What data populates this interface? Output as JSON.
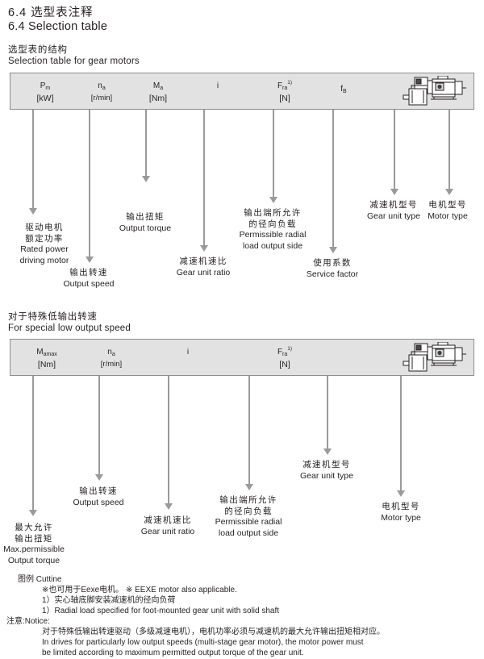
{
  "title": {
    "cn": "6.4 选型表注释",
    "en": "6.4 Selection table"
  },
  "section1": {
    "heading_cn": "选型表的结构",
    "heading_en": "Selection table for gear motors",
    "columns": [
      {
        "symbol": "P",
        "sub": "m",
        "sup": "",
        "unit": "[kW]"
      },
      {
        "symbol": "n",
        "sub": "a",
        "sup": "",
        "unit": "[r/min]"
      },
      {
        "symbol": "M",
        "sub": "a",
        "sup": "",
        "unit": "[Nm]"
      },
      {
        "symbol": "i",
        "sub": "",
        "sup": "",
        "unit": ""
      },
      {
        "symbol": "F",
        "sub": "ra",
        "sup": "1)",
        "unit": "[N]"
      },
      {
        "symbol": "f",
        "sub": "B",
        "sup": "",
        "unit": ""
      },
      {
        "symbol": "",
        "sub": "",
        "sup": "",
        "unit": ""
      }
    ],
    "callouts": [
      {
        "cn": [
          "驱动电机",
          "额定功率"
        ],
        "en": [
          "Rated power",
          "driving motor"
        ]
      },
      {
        "cn": [
          "输出转速"
        ],
        "en": [
          "Output speed"
        ]
      },
      {
        "cn": [
          "输出扭矩"
        ],
        "en": [
          "Output torque"
        ]
      },
      {
        "cn": [
          "减速机速比"
        ],
        "en": [
          "Gear unit ratio"
        ]
      },
      {
        "cn": [
          "输出端所允许",
          "的径向负载"
        ],
        "en": [
          "Permissible radial",
          "load output side"
        ]
      },
      {
        "cn": [
          "使用系数"
        ],
        "en": [
          "Service factor"
        ]
      },
      {
        "cn": [
          "减速机型号"
        ],
        "en": [
          "Gear unit type"
        ]
      },
      {
        "cn": [
          "电机型号"
        ],
        "en": [
          "Motor type"
        ]
      }
    ]
  },
  "section2": {
    "heading_cn": "对于特殊低输出转速",
    "heading_en": "For special low output speed",
    "columns": [
      {
        "symbol": "M",
        "sub": "amax",
        "sup": "",
        "unit": "[Nm]"
      },
      {
        "symbol": "n",
        "sub": "a",
        "sup": "",
        "unit": "[r/min]"
      },
      {
        "symbol": "i",
        "sub": "",
        "sup": "",
        "unit": ""
      },
      {
        "symbol": "F",
        "sub": "ra",
        "sup": "1)",
        "unit": "[N]"
      },
      {
        "symbol": "",
        "sub": "",
        "sup": "",
        "unit": ""
      }
    ],
    "callouts": [
      {
        "cn": [
          "最大允许",
          "输出扭矩"
        ],
        "en": [
          "Max.permissible",
          "Output torque"
        ]
      },
      {
        "cn": [
          "输出转速"
        ],
        "en": [
          "Output speed"
        ]
      },
      {
        "cn": [
          "减速机速比"
        ],
        "en": [
          "Gear unit ratio"
        ]
      },
      {
        "cn": [
          "输出端所允许",
          "的径向负载"
        ],
        "en": [
          "Permissible radial",
          "load output side"
        ]
      },
      {
        "cn": [
          "减速机型号"
        ],
        "en": [
          "Gear unit type"
        ]
      },
      {
        "cn": [
          "电机型号"
        ],
        "en": [
          "Motor type"
        ]
      }
    ]
  },
  "footnotes": {
    "legend_label": "图例 Cuttine",
    "line1": "※也可用于Eexe电机。  ※ EEXE motor also applicable.",
    "line2": "1）实心轴底脚安装减速机的径向负荷",
    "line3": "1）Radial load specified for foot-mounted gear unit with solid shaft",
    "notice_label": "注意:Notice:",
    "notice_cn": "对于特殊低输出转速驱动（多级减速电机），电机功率必须与减速机的最大允许输出扭矩相对应。",
    "notice_en1": "In drives for particularly low output speeds (multi-stage gear motor), the motor power must",
    "notice_en2": "be limited according to maximum permitted output torque of the gear unit."
  },
  "colors": {
    "band_fill": "#e2e2e2",
    "band_border": "#8d8d8d",
    "line": "#9a9a9a",
    "text": "#231f20"
  }
}
